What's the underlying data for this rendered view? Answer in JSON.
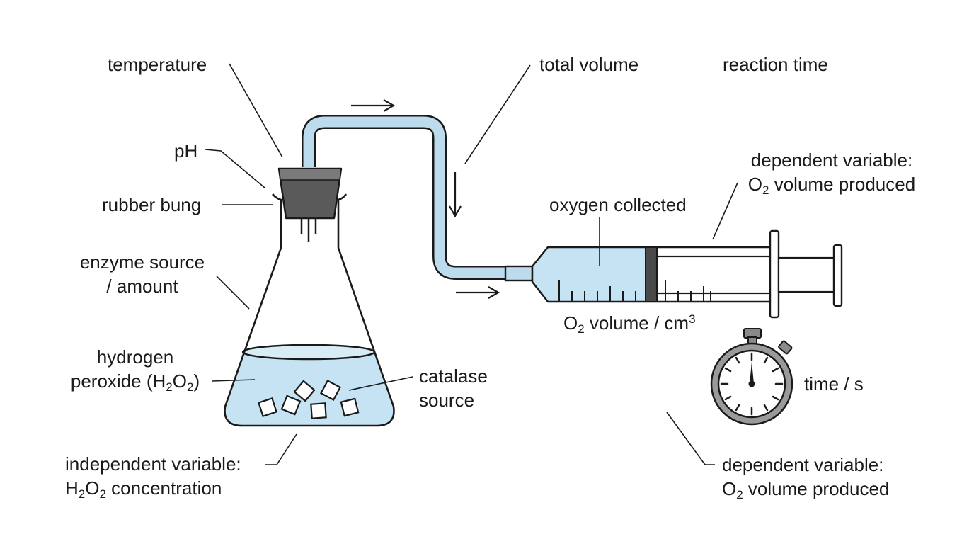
{
  "colors": {
    "liquid": "#c5e3f2",
    "tube": "#bcdcee",
    "stopper": "#5a5a5a",
    "outline": "#1a1a1a"
  },
  "labels": {
    "temperature": "temperature",
    "ph": "pH",
    "rubber_bung": "rubber bung",
    "enzyme_source_line1": "enzyme source",
    "enzyme_source_line2": "/ amount",
    "hydrogen_line1": "hydrogen",
    "hydrogen_line2_prefix": "peroxide (H",
    "hydrogen_line2_sub1": "2",
    "hydrogen_line2_mid": "O",
    "hydrogen_line2_sub2": "2",
    "hydrogen_line2_suffix": ")",
    "catalase_line1": "catalase",
    "catalase_line2": "source",
    "independent_line1": "independent variable:",
    "independent_line2_prefix": "H",
    "independent_line2_sub1": "2",
    "independent_line2_mid": "O",
    "independent_line2_sub2": "2",
    "independent_line2_suffix": " concentration",
    "total_volume": "total volume",
    "reaction_time": "reaction time",
    "dependent_top_line1": "dependent variable:",
    "dependent_top_line2_prefix": "O",
    "dependent_top_line2_sub": "2",
    "dependent_top_line2_suffix": " volume produced",
    "oxygen_collected": "oxygen collected",
    "o2_volume_prefix": "O",
    "o2_volume_sub": "2",
    "o2_volume_mid": " volume / cm",
    "o2_volume_sup": "3",
    "time_s": "time / s",
    "dependent_bottom_line1": "dependent variable:",
    "dependent_bottom_line2_prefix": "O",
    "dependent_bottom_line2_sub": "2",
    "dependent_bottom_line2_suffix": " volume produced"
  }
}
